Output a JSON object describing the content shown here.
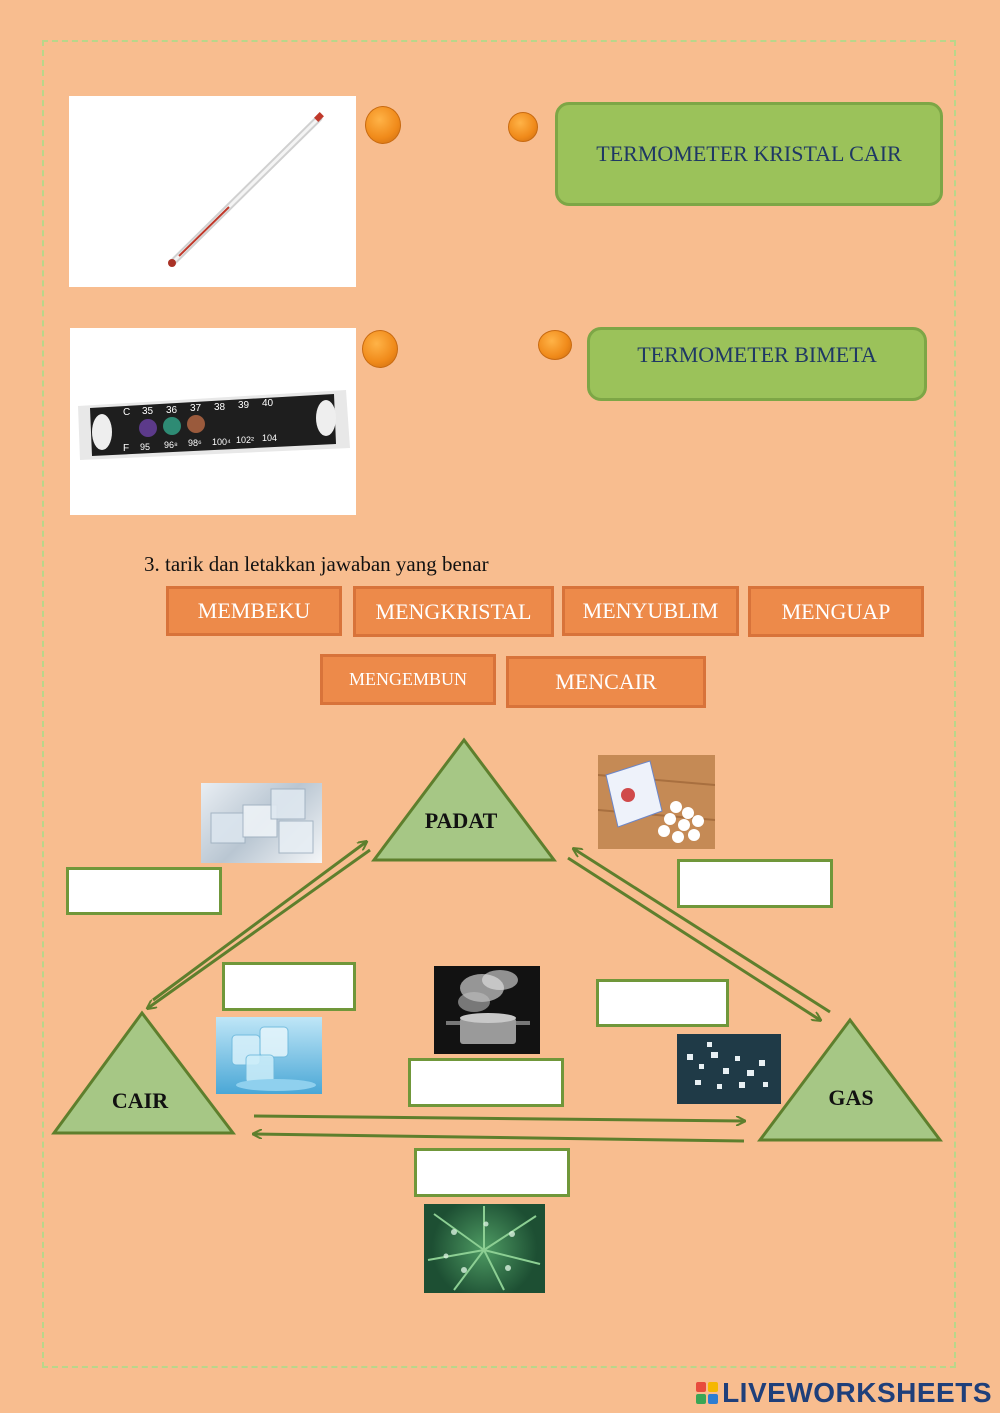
{
  "thermometers": [
    {
      "label": "TERMOMETER KRISTAL CAIR",
      "image": "clinical-thermometer"
    },
    {
      "label": "TERMOMETER BIMETA",
      "image": "liquid-crystal-strip",
      "strip_c": [
        "35",
        "36",
        "37",
        "38",
        "39",
        "40"
      ],
      "strip_f": [
        "95",
        "96⁸",
        "98⁶",
        "100⁴",
        "102²",
        "104"
      ],
      "strip_scale_c": "C",
      "strip_scale_f": "F"
    }
  ],
  "instruction": "3.  tarik dan letakkan jawaban yang benar",
  "answers": [
    "MEMBEKU",
    "MENGKRISTAL",
    "MENYUBLIM",
    "MENGUAP",
    "MENGEMBUN",
    "MENCAIR"
  ],
  "states": {
    "solid": "PADAT",
    "liquid": "CAIR",
    "gas": "GAS"
  },
  "footer": {
    "brand": "LIVEWORKSHEETS",
    "logo_colors": [
      "#e84c3d",
      "#f5b700",
      "#3aa655",
      "#2d7dd2"
    ]
  },
  "colors": {
    "background": "#f8bd8f",
    "green": "#9bc25a",
    "orange": "#ed8a4a",
    "arrow": "#5e7f2d"
  }
}
